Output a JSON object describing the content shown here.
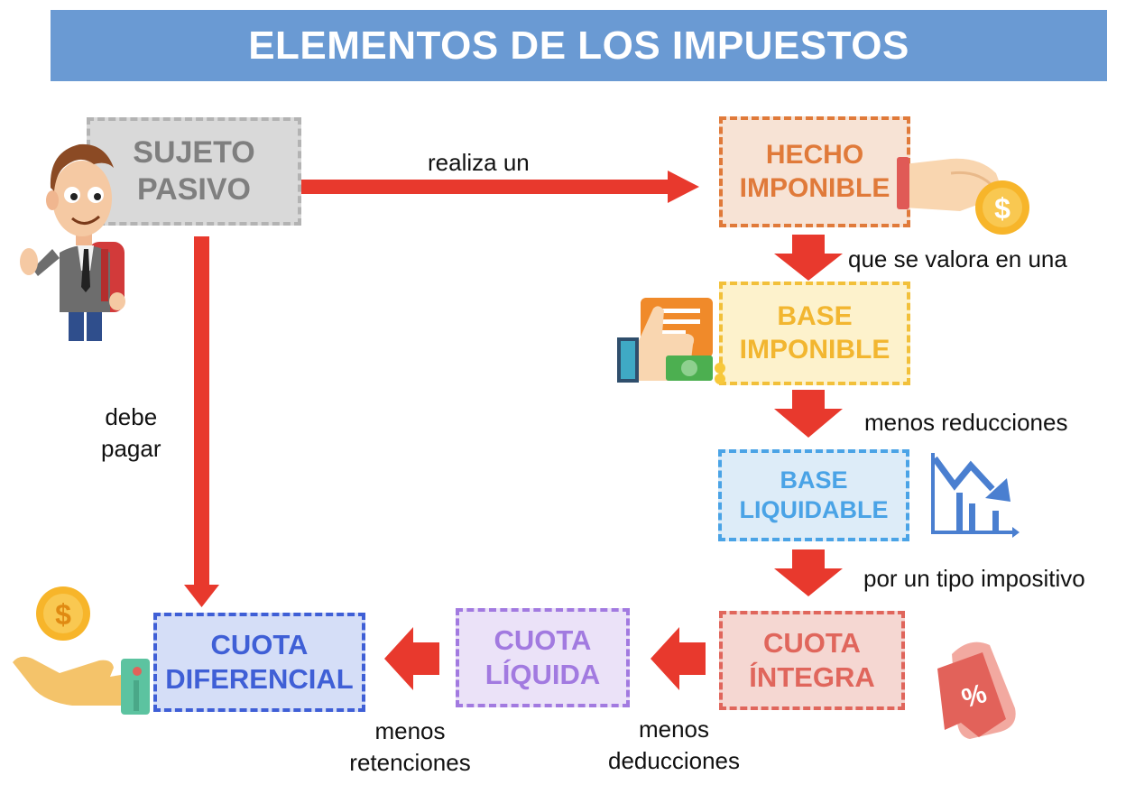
{
  "title": "ELEMENTOS DE LOS IMPUESTOS",
  "boxes": {
    "sujeto_pasivo": [
      "SUJETO",
      "PASIVO"
    ],
    "hecho_imponible": [
      "HECHO",
      "IMPONIBLE"
    ],
    "base_imponible": [
      "BASE",
      "IMPONIBLE"
    ],
    "base_liquidable": [
      "BASE",
      "LIQUIDABLE"
    ],
    "cuota_integra": [
      "CUOTA",
      "ÍNTEGRA"
    ],
    "cuota_liquida": [
      "CUOTA",
      "LÍQUIDA"
    ],
    "cuota_diferencial": [
      "CUOTA",
      "DIFERENCIAL"
    ]
  },
  "labels": {
    "realiza_un": "realiza un",
    "que_se_valora": "que se valora en una",
    "menos_reducciones": "menos reducciones",
    "por_un_tipo": "por un tipo impositivo",
    "debe_pagar": [
      "debe",
      "pagar"
    ],
    "menos_deducciones": [
      "menos",
      "deducciones"
    ],
    "menos_retenciones": [
      "menos",
      "retenciones"
    ]
  },
  "icons": {
    "person": "person-with-backpack-icon",
    "hand_coin": "hand-with-dollar-coin-icon",
    "invoice_thumbs_up": "invoice-thumbs-up-icon",
    "chart_down": "decreasing-bar-chart-icon",
    "percent_tag": "percent-tag-icon",
    "hand_receive_coin": "open-hand-dollar-coin-icon",
    "dollar_symbol": "$",
    "percent_symbol": "%"
  },
  "colors": {
    "title_bg": "#6a9ad3",
    "arrow": "#e8392d",
    "sujeto": "#b3b3b3",
    "hecho": "#e07a3a",
    "base_imponible": "#f2c03a",
    "base_liquidable": "#4aa3e6",
    "cuota_integra": "#e0665c",
    "cuota_liquida": "#a27ae0",
    "cuota_diferencial": "#3f5fd6"
  }
}
